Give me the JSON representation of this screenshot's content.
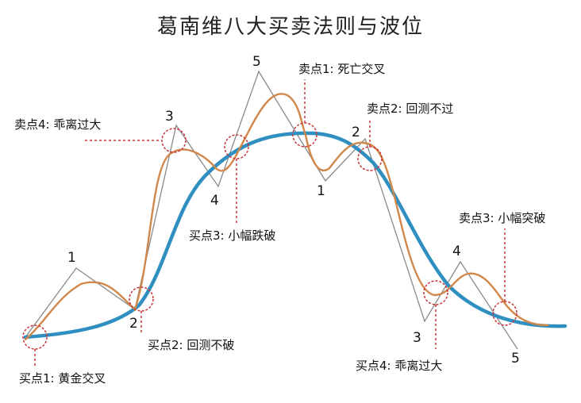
{
  "title": "葛南维八大买卖法则与波位",
  "colors": {
    "moving_average": "#2e8fc0",
    "price_line": "#d1874a",
    "wave_line": "#8a8a8a",
    "marker": "#c8353a"
  },
  "annotations": {
    "buy1": "买点1: 黄金交叉",
    "buy2": "买点2: 回测不破",
    "buy3": "买点3: 小幅跌破",
    "buy4": "买点4: 乖离过大",
    "sell1": "卖点1: 死亡交叉",
    "sell2": "卖点2: 回测不过",
    "sell3": "卖点3: 小幅突破",
    "sell4": "卖点4: 乖离过大"
  },
  "wave_numbers": {
    "up_1": "1",
    "up_2": "2",
    "up_3": "3",
    "up_4": "4",
    "up_5": "5",
    "down_1": "1",
    "down_2": "2",
    "down_3": "3",
    "down_4": "4",
    "down_5": "5"
  }
}
